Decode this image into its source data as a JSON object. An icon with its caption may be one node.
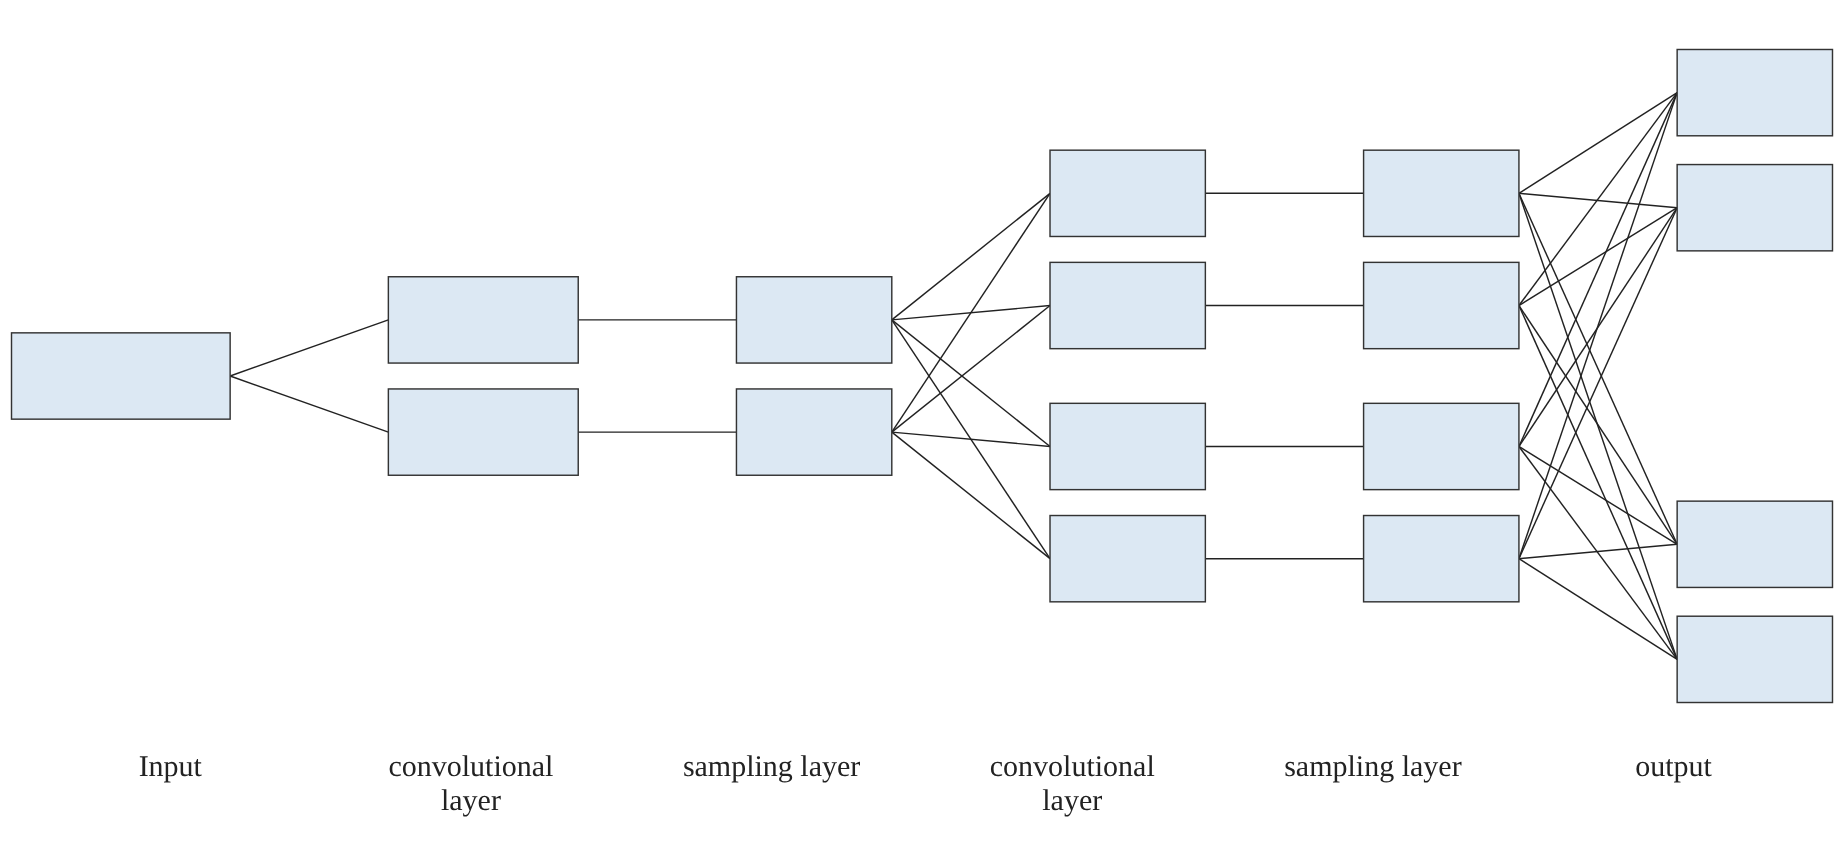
{
  "diagram": {
    "nodes": [
      {
        "text": [],
        "shape": "box"
      },
      {
        "text": [],
        "shape": "box"
      },
      {
        "text": [],
        "shape": "box"
      },
      {
        "text": [],
        "shape": "box"
      },
      {
        "text": [],
        "shape": "box"
      },
      {
        "text": [],
        "shape": "box"
      },
      {
        "text": [],
        "shape": "box"
      },
      {
        "text": [],
        "shape": "box"
      },
      {
        "text": [],
        "shape": "box"
      },
      {
        "text": [],
        "shape": "box"
      },
      {
        "text": [],
        "shape": "box"
      },
      {
        "text": [],
        "shape": "box"
      },
      {
        "text": [],
        "shape": "box"
      },
      {
        "text": [],
        "shape": "box"
      },
      {
        "text": [],
        "shape": "box"
      },
      {
        "text": [],
        "shape": "box"
      },
      {
        "text": [],
        "shape": "box"
      }
    ],
    "edges": [
      {
        "from": 0,
        "to": 1,
        "arrow": "none"
      },
      {
        "from": 0,
        "to": 2,
        "arrow": "none"
      },
      {
        "from": 1,
        "to": 3,
        "arrow": "none"
      },
      {
        "from": 2,
        "to": 4,
        "arrow": "none"
      },
      {
        "from": 3,
        "to": 5,
        "arrow": "none"
      },
      {
        "from": 3,
        "to": 6,
        "arrow": "none"
      },
      {
        "from": 3,
        "to": 7,
        "arrow": "none"
      },
      {
        "from": 3,
        "to": 8,
        "arrow": "none"
      },
      {
        "from": 4,
        "to": 5,
        "arrow": "none"
      },
      {
        "from": 4,
        "to": 6,
        "arrow": "none"
      },
      {
        "from": 4,
        "to": 7,
        "arrow": "none"
      },
      {
        "from": 4,
        "to": 8,
        "arrow": "none"
      },
      {
        "from": 5,
        "to": 9,
        "arrow": "none"
      },
      {
        "from": 6,
        "to": 10,
        "arrow": "none"
      },
      {
        "from": 7,
        "to": 11,
        "arrow": "none"
      },
      {
        "from": 8,
        "to": 12,
        "arrow": "none"
      },
      {
        "from": 9,
        "to": 13,
        "arrow": "none"
      },
      {
        "from": 9,
        "to": 14,
        "arrow": "none"
      },
      {
        "from": 9,
        "to": 15,
        "arrow": "none"
      },
      {
        "from": 9,
        "to": 16,
        "arrow": "none"
      },
      {
        "from": 10,
        "to": 13,
        "arrow": "none"
      },
      {
        "from": 10,
        "to": 14,
        "arrow": "none"
      },
      {
        "from": 10,
        "to": 15,
        "arrow": "none"
      },
      {
        "from": 10,
        "to": 16,
        "arrow": "none"
      },
      {
        "from": 11,
        "to": 13,
        "arrow": "none"
      },
      {
        "from": 11,
        "to": 14,
        "arrow": "none"
      },
      {
        "from": 11,
        "to": 15,
        "arrow": "none"
      },
      {
        "from": 11,
        "to": 16,
        "arrow": "none"
      },
      {
        "from": 12,
        "to": 13,
        "arrow": "none"
      },
      {
        "from": 12,
        "to": 14,
        "arrow": "none"
      },
      {
        "from": 12,
        "to": 15,
        "arrow": "none"
      },
      {
        "from": 12,
        "to": 16,
        "arrow": "none"
      }
    ],
    "labels": [
      "Input",
      "convolutional layer",
      "sampling layer",
      "convolutional layer",
      "sampling layer",
      "output"
    ]
  }
}
